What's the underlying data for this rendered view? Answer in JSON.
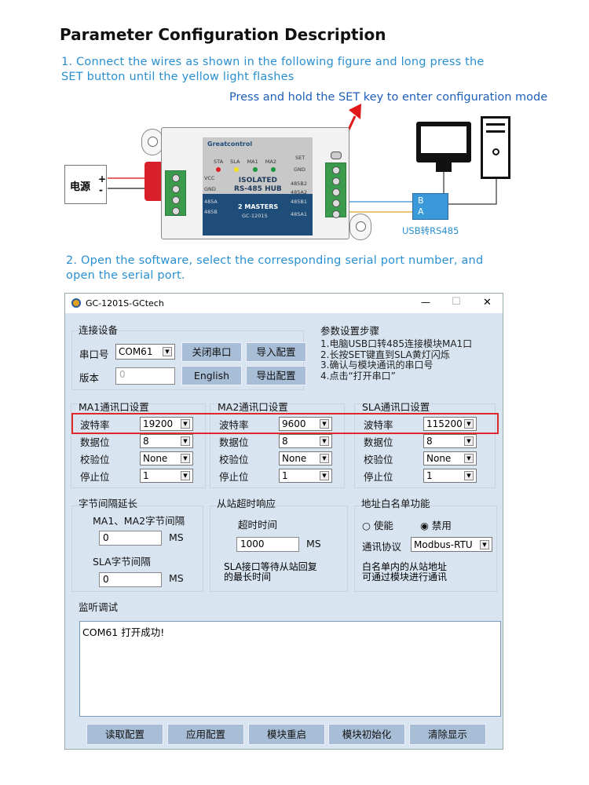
{
  "title": "Parameter Configuration Description",
  "step1": [
    "1. Connect the wires as shown in the following figure and long press the",
    "SET button until the yellow light flashes"
  ],
  "hint": "Press and hold the SET key to enter configuration mode",
  "diagram": {
    "power": "电源",
    "plus": "+",
    "minus": "-",
    "brand": "Greatcontrol",
    "leds": [
      "STA",
      "SLA",
      "MA1",
      "MA2"
    ],
    "led_colors": [
      "#e02020",
      "#f0e020",
      "#1a9a3a",
      "#1a9a3a"
    ],
    "line1": "ISOLATED",
    "line2": "RS-485 HUB",
    "masters": "2 MASTERS",
    "model": "GC-1201S",
    "set": "SET",
    "gnd": "GND",
    "vcc": "VCC",
    "gnd2": "GND",
    "a485": "485A",
    "b485": "485B",
    "b2": "485B2",
    "a2": "485A2",
    "b1": "485B1",
    "a1": "485A1",
    "conv_b": "B",
    "conv_a": "A",
    "conv_label": "USB转RS485"
  },
  "step2": [
    "2. Open the software, select the corresponding serial port number, and",
    "open the serial port."
  ],
  "window": {
    "title": "GC-1201S-GCtech",
    "min": "—",
    "max": "☐",
    "close": "✕",
    "connect": {
      "label": "连接设备",
      "port_label": "串口号",
      "port": "COM61",
      "close_port": "关闭串口",
      "import": "导入配置",
      "version_label": "版本",
      "version": "0",
      "english": "English",
      "export": "导出配置"
    },
    "steps": {
      "label": "参数设置步骤",
      "items": [
        "1.电脑USB口转485连接模块MA1口",
        "2.长按SET键直到SLA黄灯闪烁",
        "3.确认与模块通讯的串口号",
        "4.点击“打开串口”"
      ]
    },
    "ports": [
      {
        "label": "MA1通讯口设置",
        "baud": "19200",
        "data": "8",
        "parity": "None",
        "stop": "1"
      },
      {
        "label": "MA2通讯口设置",
        "baud": "9600",
        "data": "8",
        "parity": "None",
        "stop": "1"
      },
      {
        "label": "SLA通讯口设置",
        "baud": "115200",
        "data": "8",
        "parity": "None",
        "stop": "1"
      }
    ],
    "field_labels": {
      "baud": "波特率",
      "data": "数据位",
      "parity": "校验位",
      "stop": "停止位"
    },
    "byte_gap": {
      "label": "字节间隔延长",
      "ma_label": "MA1、MA2字节间隔",
      "ma_value": "0",
      "sla_label": "SLA字节间隔",
      "sla_value": "0",
      "unit": "MS"
    },
    "timeout": {
      "label": "从站超时响应",
      "time_label": "超时时间",
      "value": "1000",
      "unit": "MS",
      "desc": [
        "SLA接口等待从站回复",
        "的最长时间"
      ]
    },
    "whitelist": {
      "label": "地址白名单功能",
      "enable": "使能",
      "disable": "禁用",
      "proto_label": "通讯协议",
      "proto": "Modbus-RTU",
      "desc": [
        "白名单内的从站地址",
        "可通过模块进行通讯"
      ]
    },
    "monitor": {
      "label": "监听调试",
      "text": "COM61 打开成功!"
    },
    "buttons": [
      "读取配置",
      "应用配置",
      "模块重启",
      "模块初始化",
      "清除显示"
    ]
  }
}
